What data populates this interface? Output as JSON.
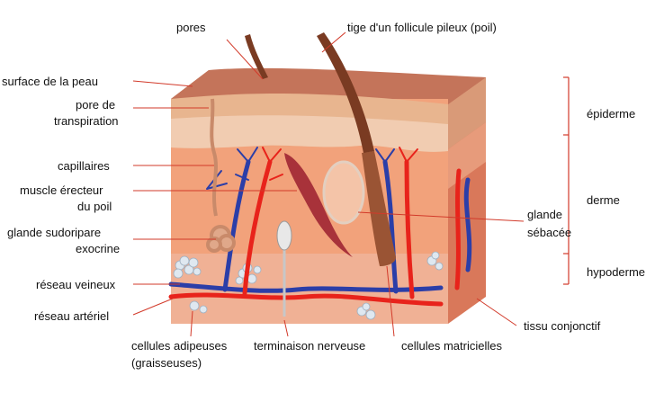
{
  "labels": {
    "pores": "pores",
    "hair_shaft": "tige d'un follicule pileux (poil)",
    "skin_surface": "surface de la peau",
    "sweat_pore_1": "pore de",
    "sweat_pore_2": "transpiration",
    "capillaries": "capillaires",
    "arrector_1": "muscle érecteur",
    "arrector_2": "du poil",
    "sweat_gland_1": "glande sudoripare",
    "sweat_gland_2": "exocrine",
    "venous": "réseau veineux",
    "arterial": "réseau artériel",
    "adipose_1": "cellules adipeuses",
    "adipose_2": "(graisseuses)",
    "nerve": "terminaison nerveuse",
    "matrix": "cellules matricielles",
    "sebaceous_1": "glande",
    "sebaceous_2": "sébacée",
    "connective": "tissu conjonctif"
  },
  "layers": {
    "epidermis": "épiderme",
    "dermis": "derme",
    "hypodermis": "hypoderme"
  },
  "colors": {
    "epidermis": "#e8b58f",
    "dermis": "#f2a27b",
    "dermis_side": "#d9785a",
    "artery": "#e8231b",
    "vein": "#2b3ea8",
    "muscle": "#a8323a",
    "hair": "#7a3b22",
    "leader_line": "#d23a2a"
  }
}
